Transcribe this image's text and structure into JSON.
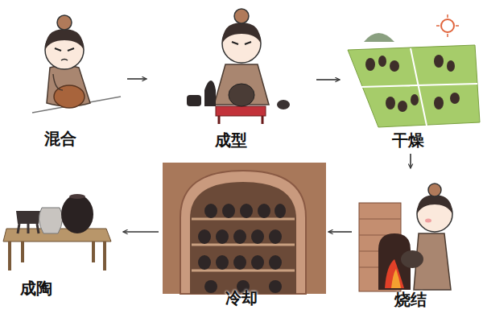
{
  "diagram": {
    "nodes": [
      {
        "text": [
          "混合"
        ]
      },
      {
        "text": [
          "成型"
        ]
      },
      {
        "text": [
          "干燥"
        ]
      },
      {
        "text": [
          "烧结"
        ]
      },
      {
        "text": [
          "冷却"
        ]
      },
      {
        "text": [
          "成陶"
        ]
      }
    ],
    "edges": [
      {
        "from": 0,
        "to": 1,
        "arrow": "to"
      },
      {
        "from": 1,
        "to": 2,
        "arrow": "to"
      },
      {
        "from": 2,
        "to": 3,
        "arrow": "to"
      },
      {
        "from": 3,
        "to": 4,
        "arrow": "to"
      },
      {
        "from": 4,
        "to": 5,
        "arrow": "to"
      }
    ]
  }
}
